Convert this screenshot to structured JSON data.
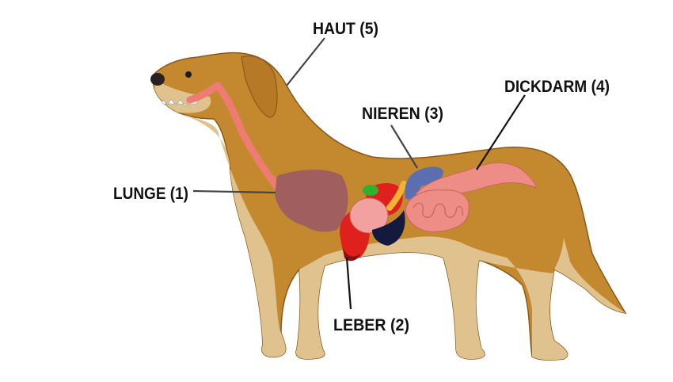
{
  "labels": {
    "haut": "HAUT (5)",
    "dickdarm": "DICKDARM (4)",
    "nieren": "NIEREN (3)",
    "lunge": "LUNGE (1)",
    "leber": "LEBER (2)"
  },
  "colors": {
    "fur": "#C4892F",
    "fur_light": "#DFC28E",
    "lung": "#A05E5E",
    "liver": "#E0201C",
    "kidney": "#5B6FB0",
    "colon": "#EE8C86",
    "trachea": "#EE7C72"
  }
}
